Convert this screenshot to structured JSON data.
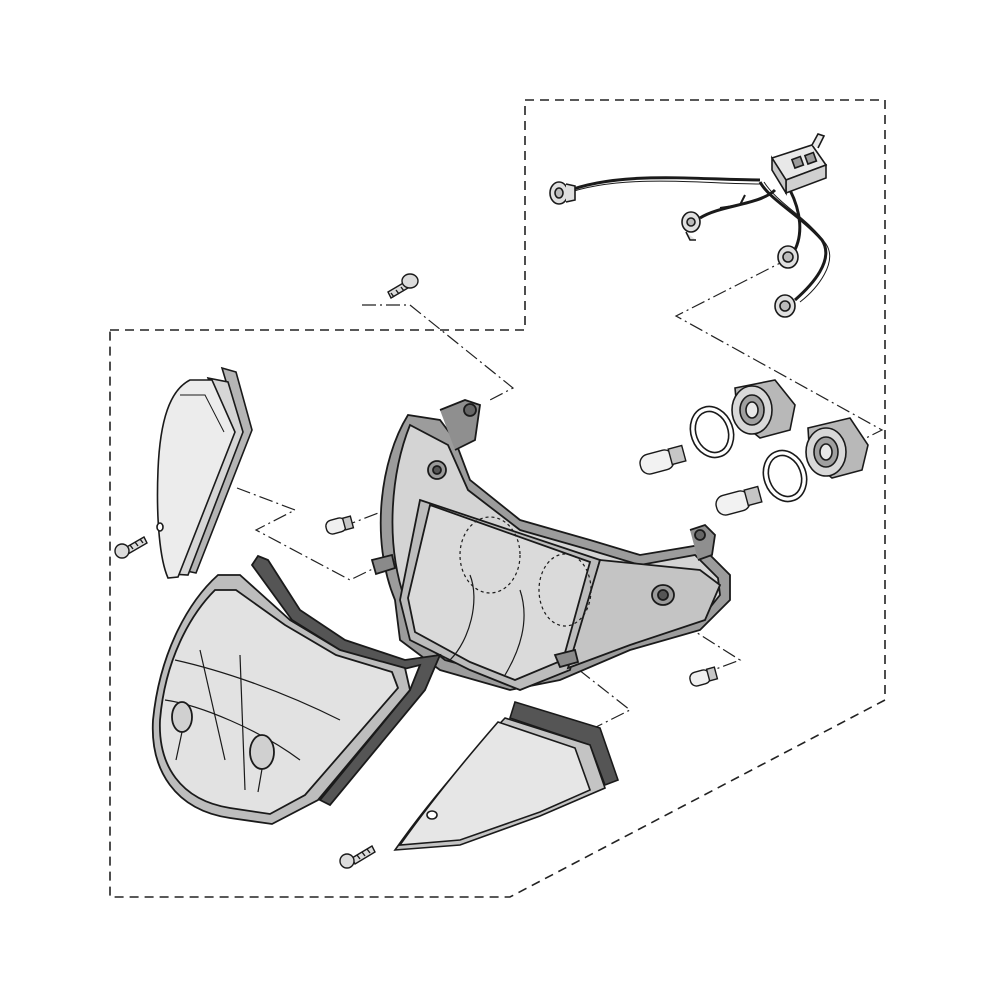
{
  "diagram": {
    "style": "exploded parts illustration",
    "colors": {
      "background": "#ffffff",
      "line": "#1a1a1a",
      "fill_light": "#e6e6e6",
      "fill_mid": "#cfcfcf",
      "fill_dark": "#a9a9a9"
    },
    "parts": [
      "rear-light-assembly",
      "tail-lens",
      "left-indicator-lens",
      "right-indicator-lens",
      "lens-gaskets",
      "bulbs",
      "bulb-sockets",
      "o-rings",
      "wiring-harness",
      "screws"
    ]
  }
}
